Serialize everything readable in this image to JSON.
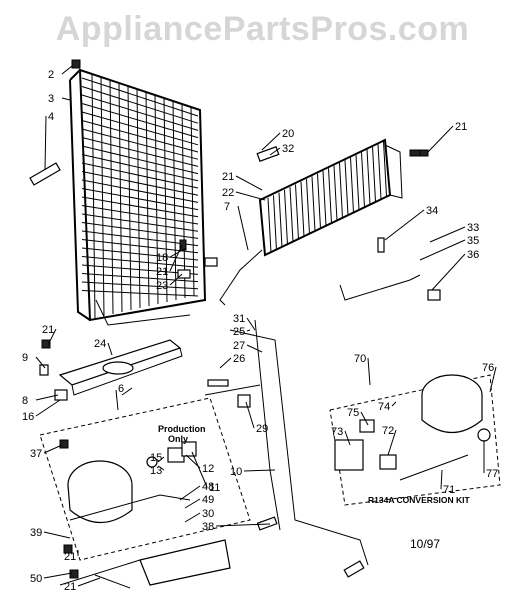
{
  "watermark": "AppliancePartsPros.com",
  "callouts": [
    "2",
    "3",
    "4",
    "20",
    "32",
    "21",
    "21",
    "22",
    "7",
    "34",
    "33",
    "35",
    "36",
    "18",
    "21",
    "23",
    "31",
    "25",
    "27",
    "26",
    "21",
    "24",
    "9",
    "8",
    "6",
    "16",
    "29",
    "70",
    "76",
    "74",
    "75",
    "73",
    "72",
    "37",
    "15",
    "13",
    "12",
    "11",
    "10",
    "48",
    "49",
    "30",
    "38",
    "39",
    "21",
    "50",
    "21",
    "71",
    "77"
  ],
  "notes": {
    "production_line1": "Production",
    "production_line2": "Only",
    "conversion_kit": "R134A CONVERSION KIT",
    "date": "10/97"
  }
}
